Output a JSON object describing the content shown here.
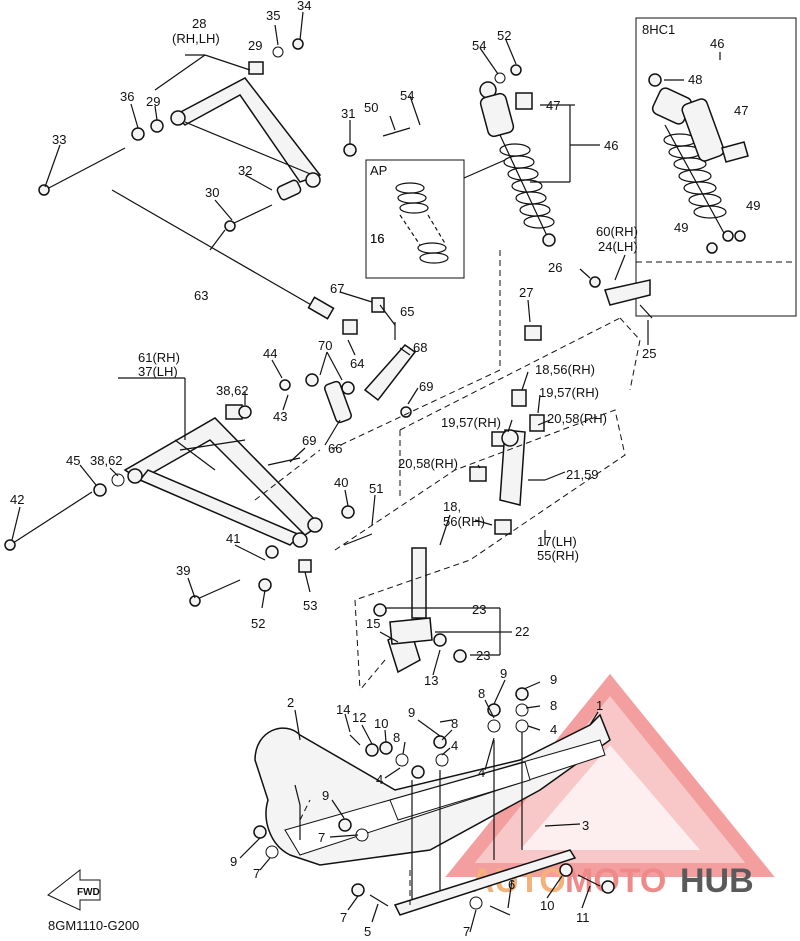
{
  "diagram_code": "8GM1110-G200",
  "watermark": {
    "word_a": "AUTO",
    "word_b": "MOTO",
    "word_c": "HUB",
    "color_a": "#f3b27a",
    "color_b": "#f08a8a",
    "color_c": "#5a5a5a"
  },
  "fwd_label": "FWD",
  "inset_8hc1": {
    "title": "8HC1",
    "labels": [
      "46",
      "48",
      "47",
      "49",
      "49"
    ]
  },
  "inset_ap": {
    "title": "AP",
    "label": "16"
  },
  "callouts": [
    "28",
    "(RH,LH)",
    "35",
    "34",
    "29",
    "36",
    "29",
    "33",
    "31",
    "50",
    "54",
    "54",
    "52",
    "47",
    "46",
    "32",
    "30",
    "16",
    "63",
    "67",
    "65",
    "64",
    "68",
    "70",
    "69",
    "44",
    "61(RH)",
    "37(LH)",
    "38,62",
    "43",
    "27",
    "26",
    "60(RH)",
    "24(LH)",
    "25",
    "18,56(RH)",
    "19,57(RH)",
    "20,58(RH)",
    "19,57(RH)",
    "66",
    "69",
    "45",
    "38,62",
    "42",
    "40",
    "51",
    "20,58(RH)",
    "21,59",
    "18,",
    "56(RH)",
    "17(LH)",
    "55(RH)",
    "41",
    "39",
    "52",
    "53",
    "23",
    "15",
    "22",
    "23",
    "13",
    "2",
    "14",
    "12",
    "10",
    "9",
    "8",
    "4",
    "9",
    "8",
    "9",
    "8",
    "4",
    "1",
    "4",
    "8",
    "4",
    "9",
    "7",
    "3",
    "9",
    "7",
    "6",
    "10",
    "11",
    "7",
    "5",
    "7"
  ]
}
